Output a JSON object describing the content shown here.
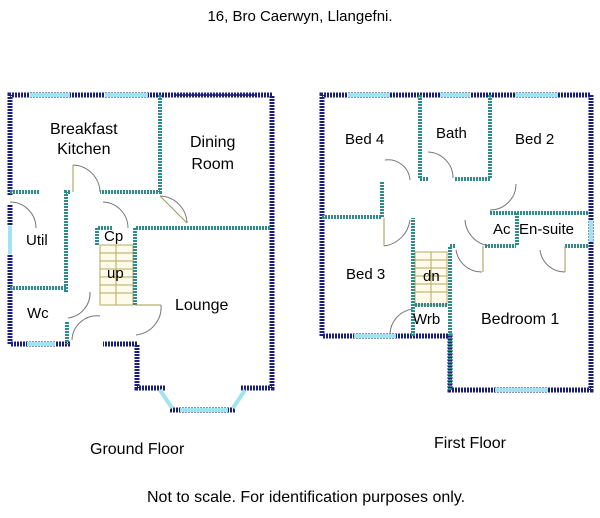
{
  "title": "16, Bro Caerwyn, Llangefni.",
  "ground_floor": {
    "caption": "Ground Floor",
    "rooms": {
      "kitchen_1": "Breakfast",
      "kitchen_2": "Kitchen",
      "dining_1": "Dining",
      "dining_2": "Room",
      "util": "Util",
      "cp": "Cp",
      "up": "up",
      "wc": "Wc",
      "lounge": "Lounge"
    }
  },
  "first_floor": {
    "caption": "First Floor",
    "rooms": {
      "bed4": "Bed 4",
      "bath": "Bath",
      "bed2": "Bed 2",
      "ac": "Ac",
      "ensuite": "En-suite",
      "bed3": "Bed 3",
      "dn": "dn",
      "wrb": "Wrb",
      "bedroom1": "Bedroom 1"
    }
  },
  "footer": "Not to scale. For identification purposes only.",
  "colors": {
    "outer_wall": "#1a1f7a",
    "inner_wall": "#2e8b8b",
    "window": "#9fe4ef"
  }
}
